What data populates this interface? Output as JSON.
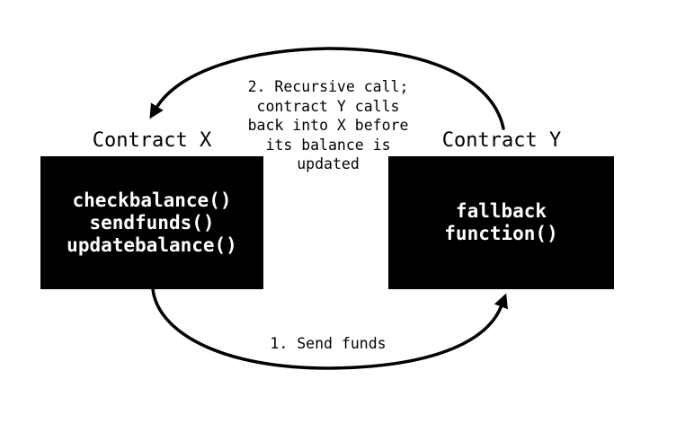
{
  "colors": {
    "background": "#ffffff",
    "ink": "#000000",
    "box_background": "#000000",
    "box_text": "#ffffff"
  },
  "contract_x": {
    "label": "Contract X",
    "functions": [
      "checkbalance()",
      "sendfunds()",
      "updatebalance()"
    ]
  },
  "contract_y": {
    "label": "Contract Y",
    "functions": [
      "fallback",
      "function()"
    ]
  },
  "arrows": {
    "send_funds": {
      "label": "1. Send funds"
    },
    "recursive_call": {
      "label_lines": [
        "2. Recursive call;",
        "contract Y calls",
        "back into X before",
        "its balance is",
        "updated"
      ]
    }
  }
}
